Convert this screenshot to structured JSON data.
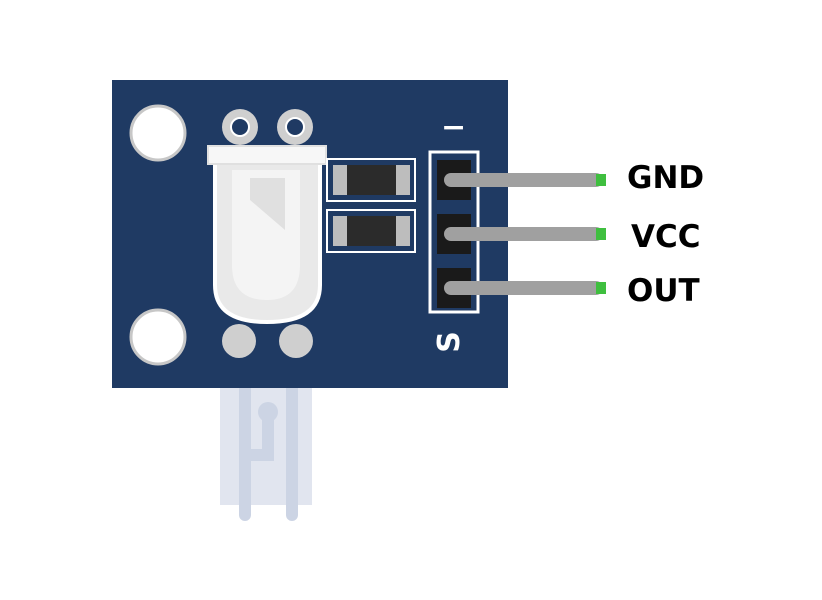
{
  "pins": [
    {
      "label": "GND"
    },
    {
      "label": "VCC"
    },
    {
      "label": "OUT"
    }
  ],
  "board_marks": {
    "minus": "−",
    "signal": "S"
  },
  "colors": {
    "pcb": "#1f3a63",
    "pin_wire": "#a0a0a0",
    "pin_tip": "#3fbf3f",
    "hole": "#ffffff",
    "pad": "#c8c8c8",
    "smd_component": "#2b2b2b",
    "smd_terminal": "#bdbdbd",
    "receiver_body": "#f2f2f2",
    "leads": "#c8d0e0"
  }
}
